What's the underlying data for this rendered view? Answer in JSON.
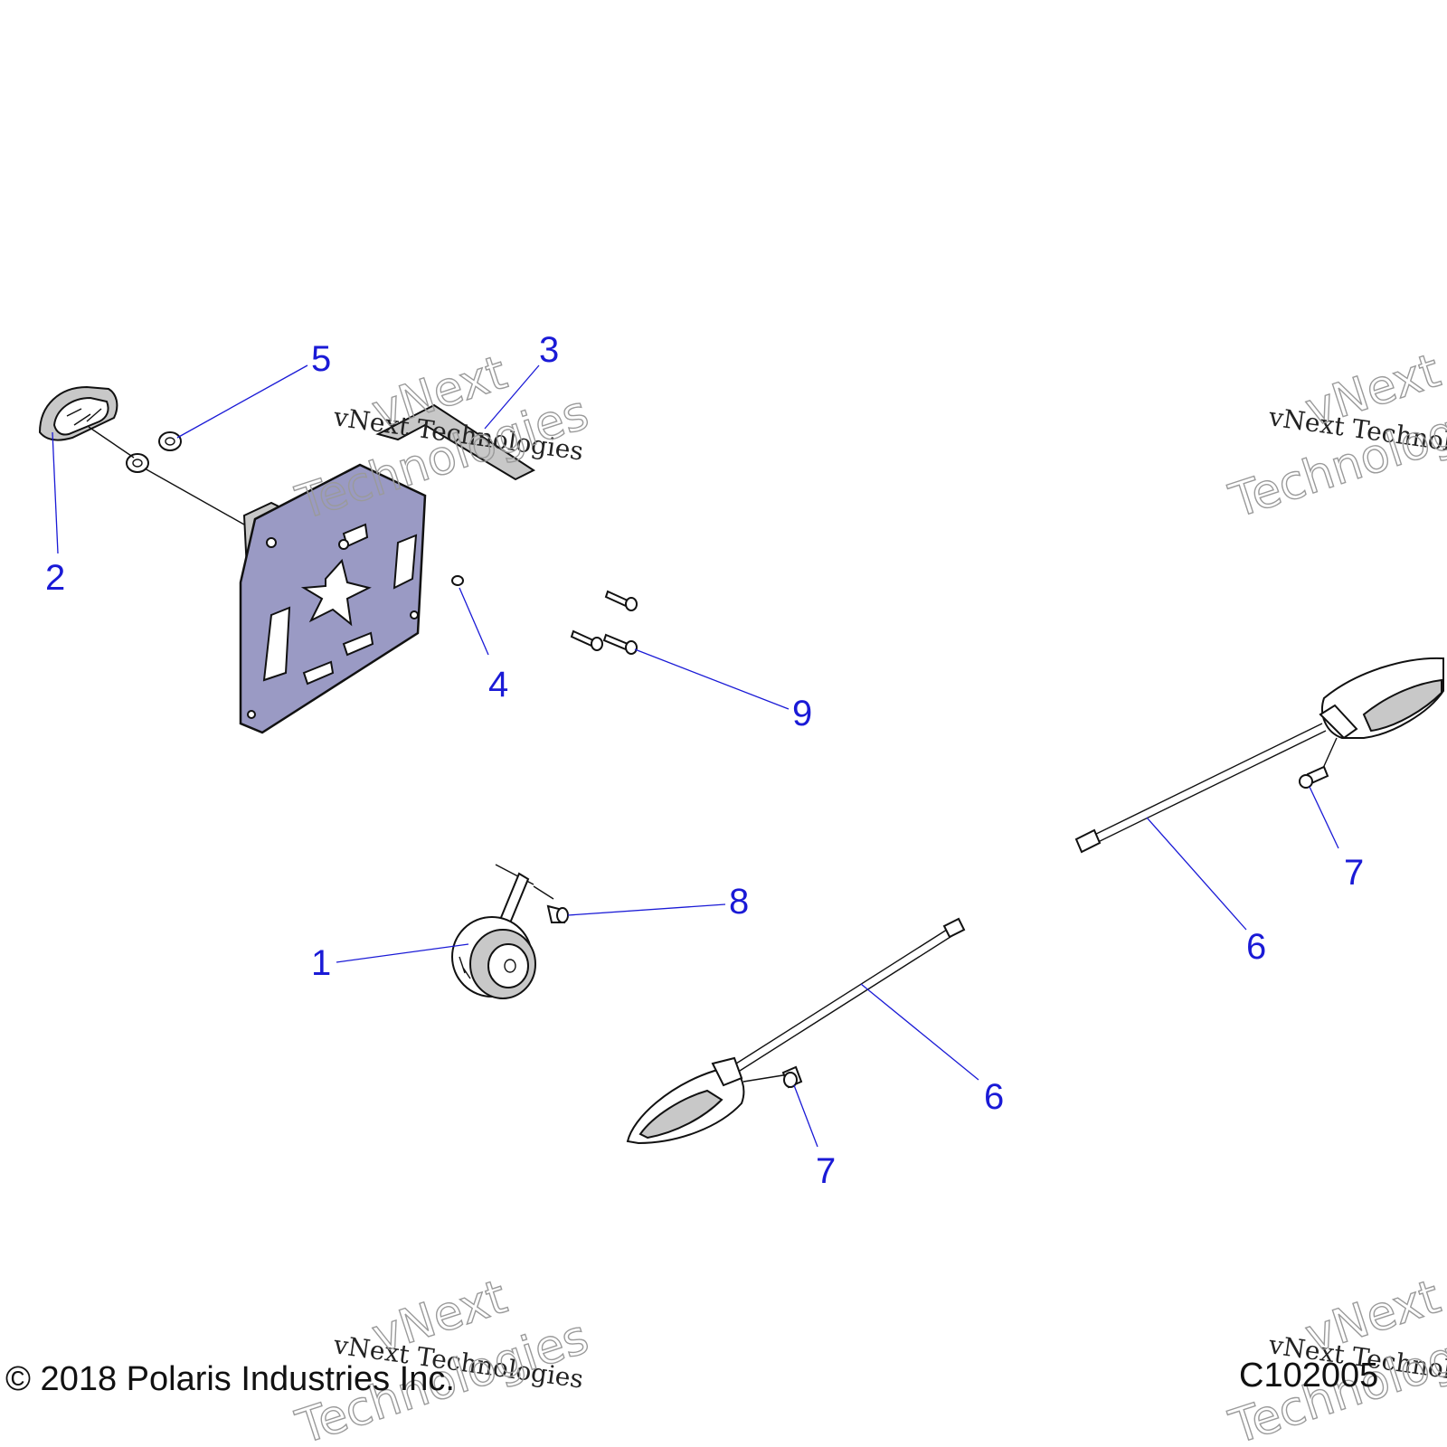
{
  "callouts": {
    "c1": "1",
    "c2": "2",
    "c3": "3",
    "c4": "4",
    "c5": "5",
    "c6a": "6",
    "c6b": "6",
    "c7a": "7",
    "c7b": "7",
    "c8": "8",
    "c9": "9"
  },
  "watermark": {
    "line_serif": "vNext Technologies",
    "line_outline_1": "vNext",
    "line_outline_2": "Technologies"
  },
  "footer": {
    "copyright": "© 2018 Polaris Industries Inc.",
    "figure_id": "C102005"
  },
  "colors": {
    "callout": "#1a1ad6",
    "plate_fill": "#9a9ac4"
  }
}
